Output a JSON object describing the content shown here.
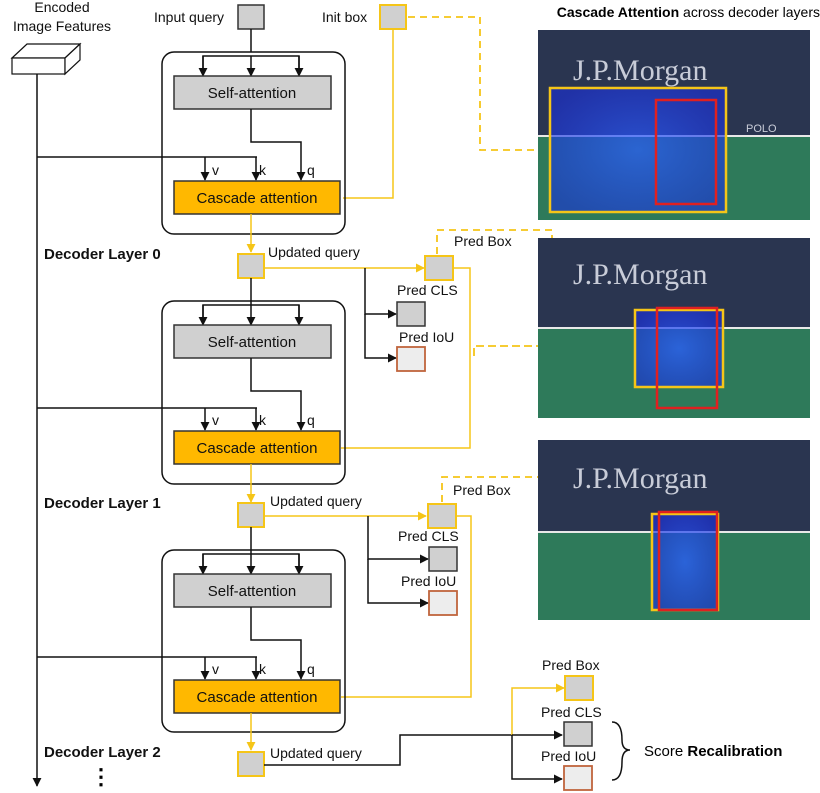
{
  "encoder": {
    "line1": "Encoded",
    "line2": "Image Features"
  },
  "input_query": "Input query",
  "init_box": "Init box",
  "right_title": {
    "bold": "Cascade Attention",
    "rest": " across decoder layers"
  },
  "layers": [
    {
      "self_attn": "Self-attention",
      "cascade": "Cascade attention",
      "label": "Decoder Layer 0",
      "v": "v",
      "k": "k",
      "q": "q",
      "updated_query": "Updated query",
      "pred_box": "Pred Box",
      "pred_cls": "Pred CLS",
      "pred_iou": "Pred IoU"
    },
    {
      "self_attn": "Self-attention",
      "cascade": "Cascade attention",
      "label": "Decoder Layer 1",
      "v": "v",
      "k": "k",
      "q": "q",
      "updated_query": "Updated query",
      "pred_box": "Pred Box",
      "pred_cls": "Pred CLS",
      "pred_iou": "Pred IoU"
    },
    {
      "self_attn": "Self-attention",
      "cascade": "Cascade attention",
      "label": "Decoder Layer 2",
      "v": "v",
      "k": "k",
      "q": "q",
      "updated_query": "Updated query",
      "pred_box": "Pred Box",
      "pred_cls": "Pred CLS",
      "pred_iou": "Pred IoU"
    }
  ],
  "ellipsis": "⋮",
  "scene_banner": "J.P.Morgan",
  "scene_polo": "POLO",
  "score": {
    "prefix": "Score ",
    "bold": "Recalibration"
  },
  "colors": {
    "orange": "#FFB800",
    "yellow_line": "#F5C518",
    "gray": "#D0D0D0",
    "iou_border": "#C0643C",
    "red_box": "#E02020"
  }
}
